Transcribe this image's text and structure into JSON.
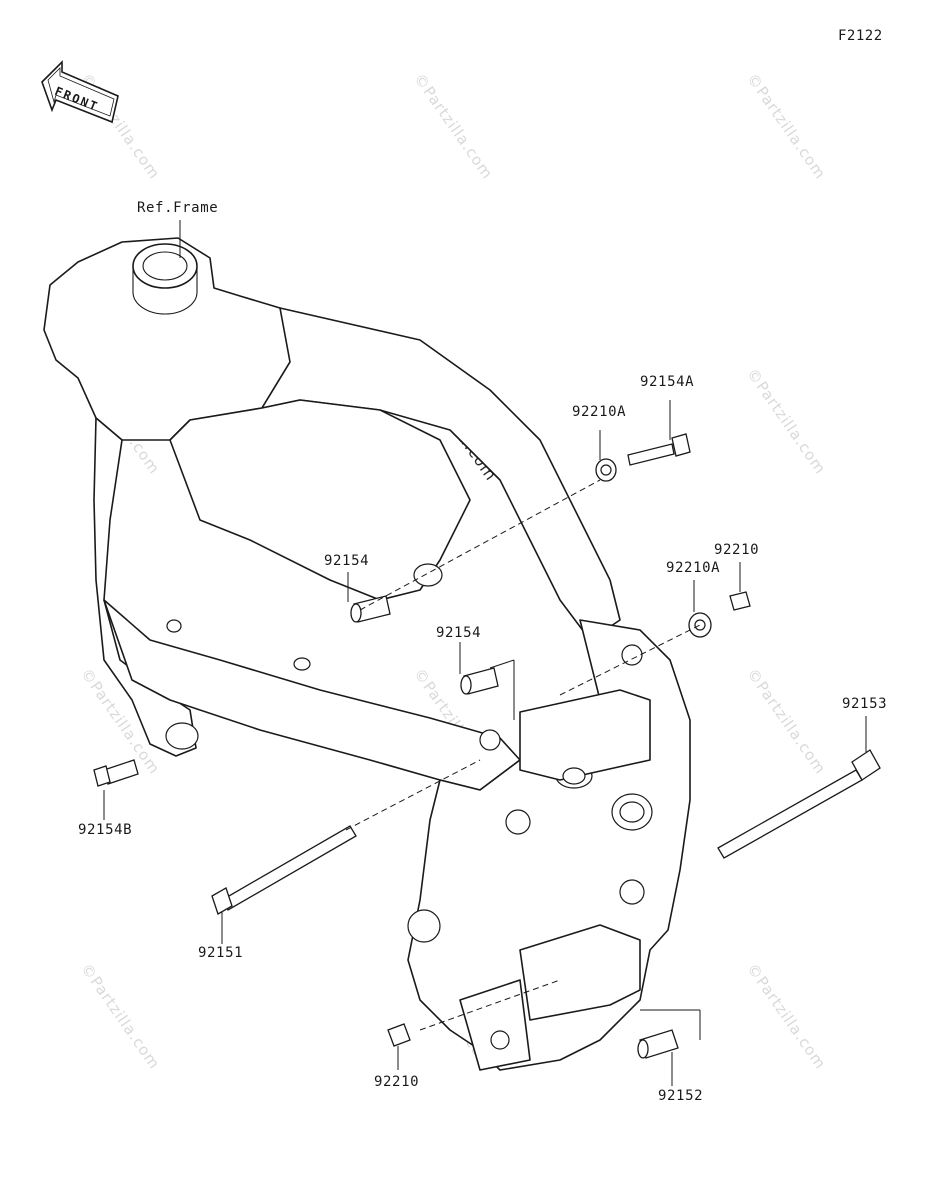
{
  "figure_code": "F2122",
  "front_arrow": {
    "text": "FRONT",
    "icon": "front-arrow-icon"
  },
  "ref_label": "Ref.Frame",
  "watermark": "©Partzilla.com",
  "parts": {
    "p92154A": "92154A",
    "p92210A_top": "92210A",
    "p92210A_mid": "92210A",
    "p92210_top": "92210",
    "p92154_upper": "92154",
    "p92154_mid": "92154",
    "p92153": "92153",
    "p92154B": "92154B",
    "p92151": "92151",
    "p92210_bottom": "92210",
    "p92152": "92152"
  }
}
